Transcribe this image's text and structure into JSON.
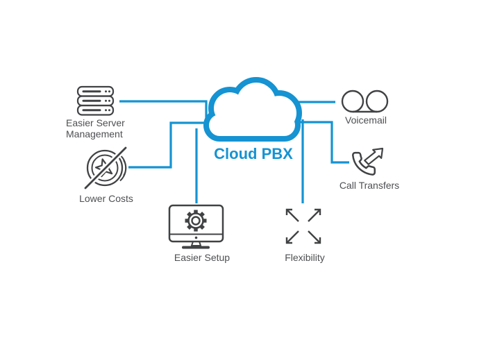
{
  "diagram": {
    "title": "Cloud PBX",
    "colors": {
      "accent_blue": "#1593d2",
      "icon_gray": "#414244",
      "label_gray": "#4e4f52"
    },
    "center": {
      "label": "Cloud PBX",
      "icon": "cloud-icon"
    },
    "features": [
      {
        "label_line1": "Easier Server",
        "label_line2": "Management",
        "icon": "server-stack-icon"
      },
      {
        "label": "Lower Costs",
        "icon": "no-cost-coin-icon"
      },
      {
        "label": "Easier Setup",
        "icon": "monitor-gear-icon"
      },
      {
        "label": "Flexibility",
        "icon": "expand-arrows-icon"
      },
      {
        "label": "Voicemail",
        "icon": "voicemail-reels-icon"
      },
      {
        "label": "Call Transfers",
        "icon": "phone-transfer-icon"
      }
    ]
  }
}
